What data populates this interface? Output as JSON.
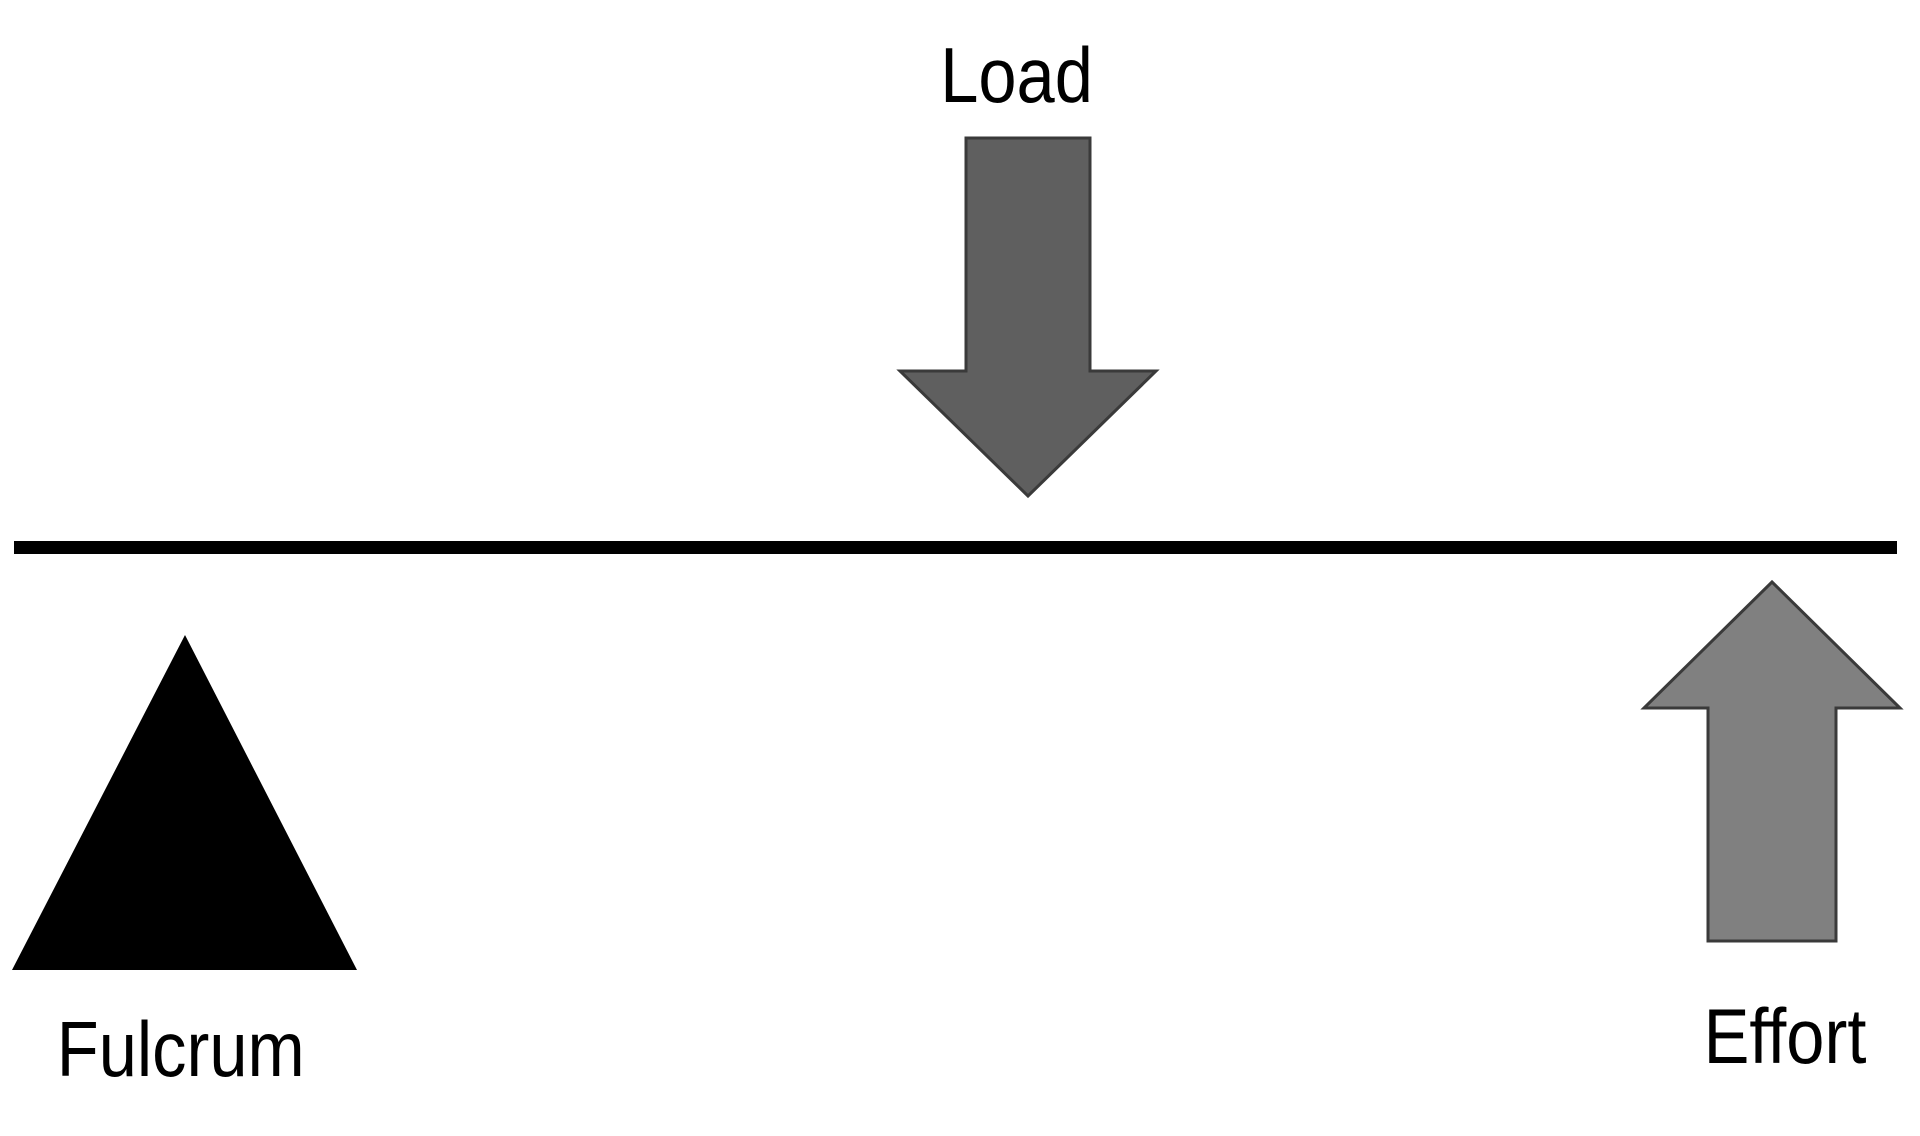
{
  "labels": {
    "load": "Load",
    "fulcrum": "Fulcrum",
    "effort": "Effort"
  },
  "colors": {
    "background": "#ffffff",
    "lever": "#000000",
    "fulcrum": "#000000",
    "load_arrow": "#5f5f5f",
    "effort_arrow": "#808080",
    "outline": "#3a3a3a"
  },
  "icons": {
    "load": "down-arrow-icon",
    "effort": "up-arrow-icon",
    "fulcrum": "triangle-icon"
  }
}
